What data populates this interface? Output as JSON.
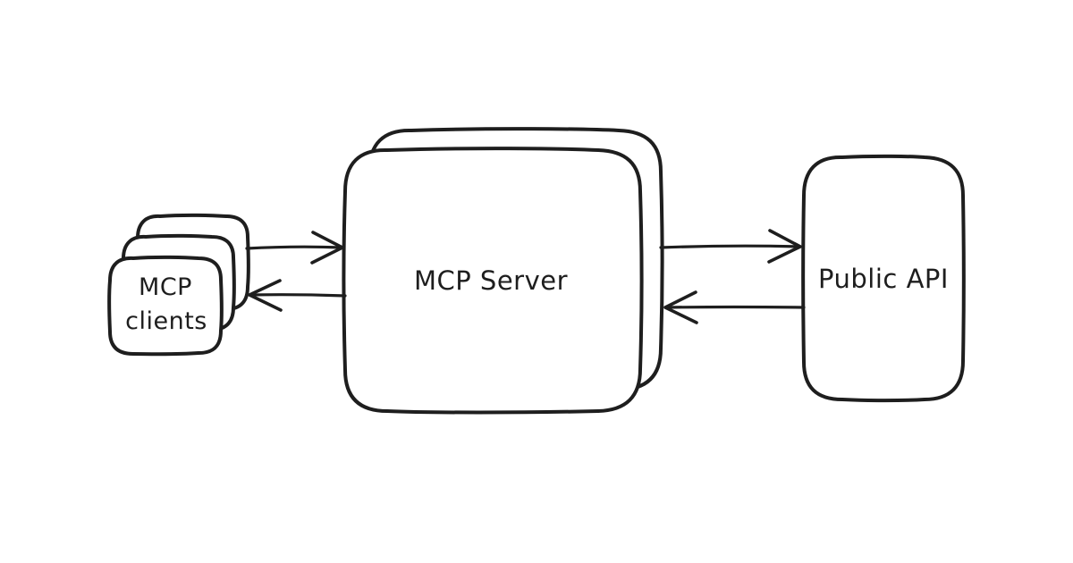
{
  "diagram": {
    "background_color": "#ffffff",
    "stroke_color": "#1e1e1e",
    "nodes": {
      "mcp_clients": {
        "label_line1": "MCP",
        "label_line2": "clients",
        "card_count": 3
      },
      "mcp_server": {
        "label": "MCP Server",
        "card_count": 2
      },
      "public_api": {
        "label": "Public API",
        "card_count": 1
      }
    },
    "edges": [
      {
        "from": "mcp_clients",
        "to": "mcp_server",
        "arrowhead": "right"
      },
      {
        "from": "mcp_server",
        "to": "mcp_clients",
        "arrowhead": "left"
      },
      {
        "from": "mcp_server",
        "to": "public_api",
        "arrowhead": "right"
      },
      {
        "from": "public_api",
        "to": "mcp_server",
        "arrowhead": "left"
      }
    ]
  }
}
